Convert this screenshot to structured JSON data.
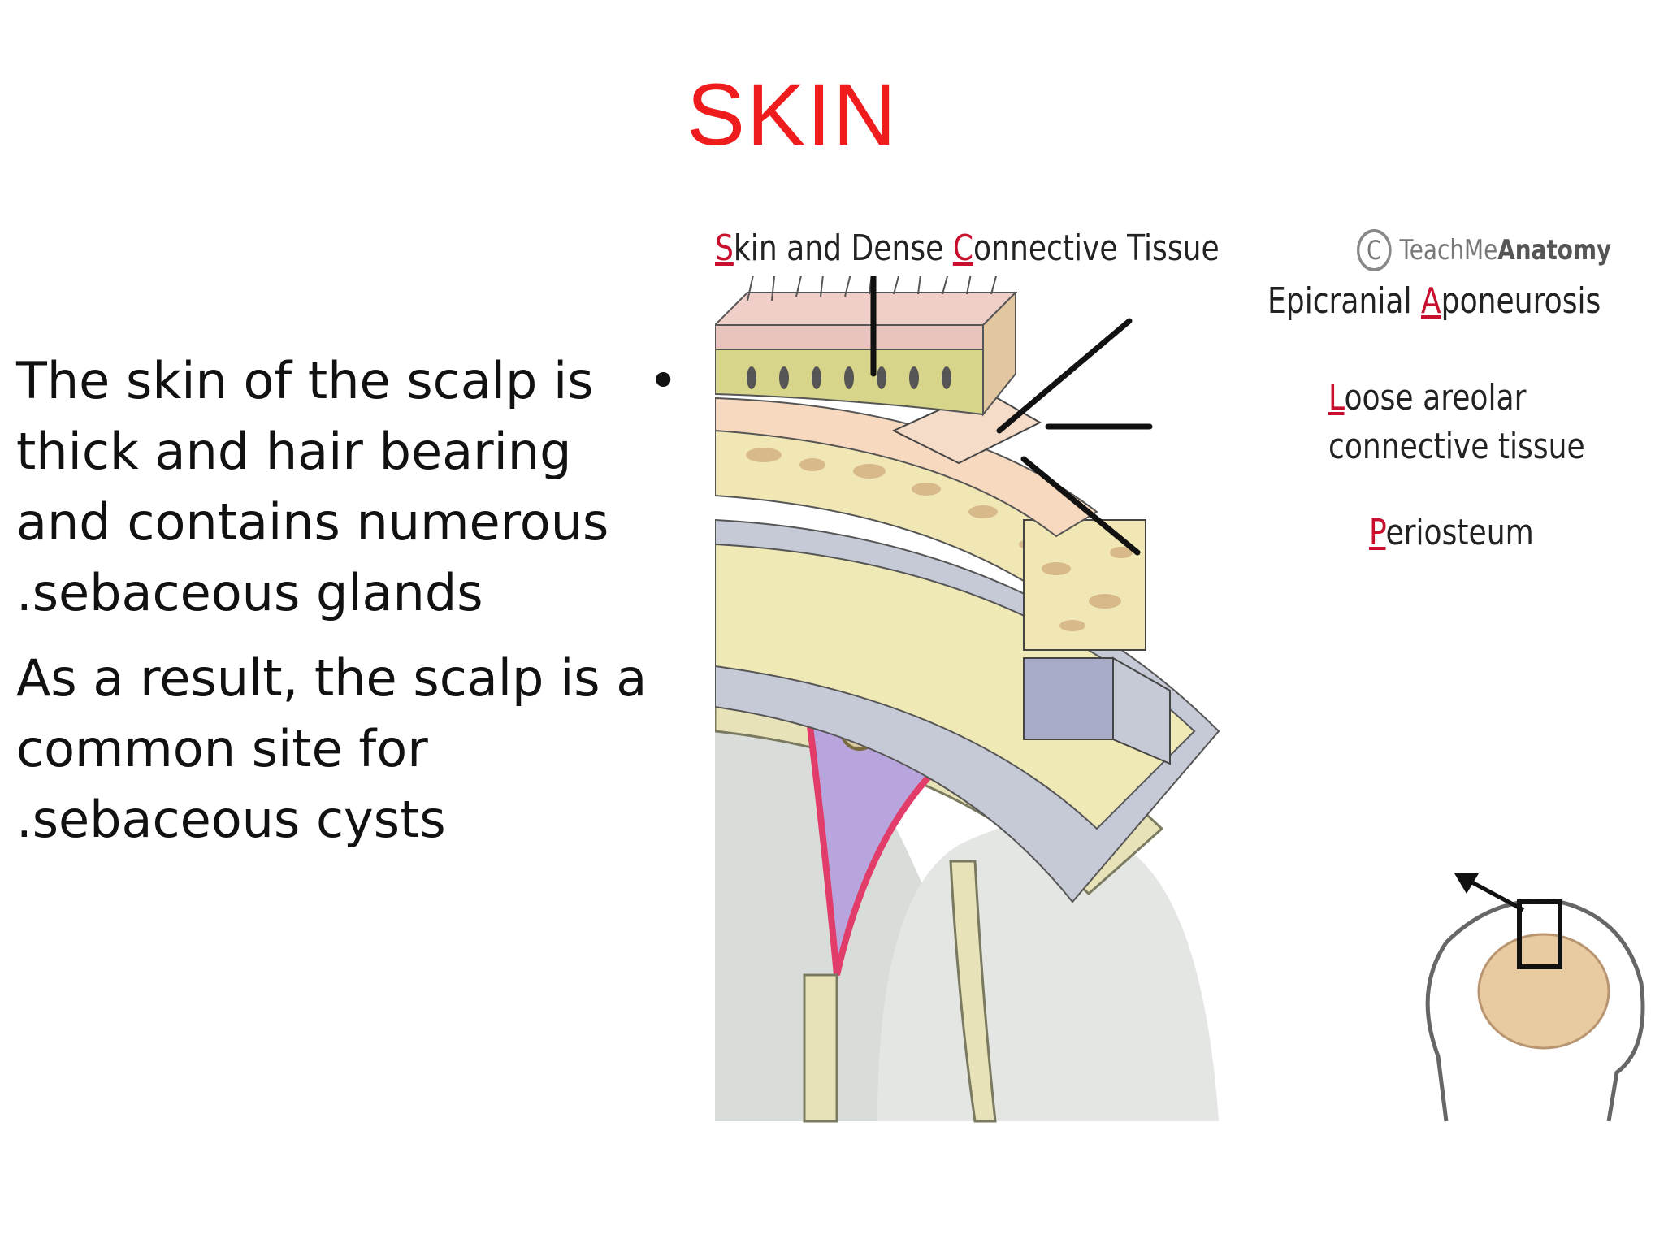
{
  "slide": {
    "title": "SKIN",
    "bullets": [
      {
        "lines": [
          "The skin of the scalp is",
          "thick and hair bearing",
          "and contains numerous",
          ".sebaceous glands"
        ],
        "marker": "•"
      },
      {
        "lines": [
          "As a result, the scalp is a",
          "common site for",
          ".sebaceous cysts"
        ],
        "marker": ""
      }
    ]
  },
  "figure": {
    "labels": {
      "skin": {
        "cap1": "S",
        "rest1": "kin and Dense ",
        "cap2": "C",
        "rest2": "onnective Tissue"
      },
      "aponeurosis": {
        "pre": "Epicranial ",
        "cap": "A",
        "rest": "poneurosis"
      },
      "loose": {
        "cap": "L",
        "rest": "oose areolar",
        "line2": "connective tissue"
      },
      "periosteum": {
        "cap": "P",
        "rest": "eriosteum"
      }
    },
    "copyright": {
      "symbol": "C",
      "brand_light": "TeachMe",
      "brand_bold": "Anatomy"
    }
  }
}
